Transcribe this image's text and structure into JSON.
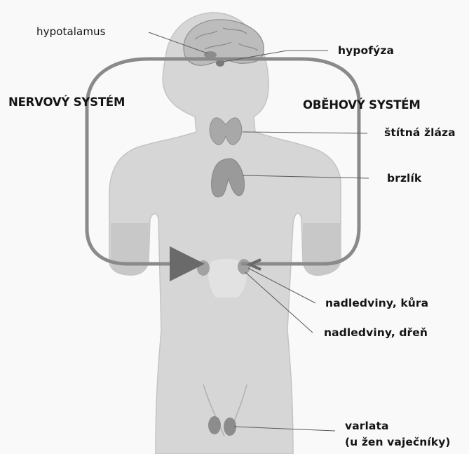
{
  "labels": {
    "hypothalamus": "hypotalamus",
    "pituitary": "hypofýza",
    "nervous_system": "NERVOVÝ SYSTÉM",
    "circulatory_system": "OBĚHOVÝ SYSTÉM",
    "thyroid": "štítná žláza",
    "thymus": "brzlík",
    "adrenal_cortex": "nadledviny, kůra",
    "adrenal_medulla": "nadledviny, dřeň",
    "gonads_line1": "varlata",
    "gonads_line2": "(u žen vaječníky)"
  },
  "colors": {
    "background": "#f9f9f9",
    "body_fill": "#d6d6d6",
    "body_shadow": "#bdbdbd",
    "organ_fill": "#9e9e9e",
    "loop_stroke": "#7a7a7a",
    "leader_line": "#5a5a5a",
    "text": "#141414"
  }
}
